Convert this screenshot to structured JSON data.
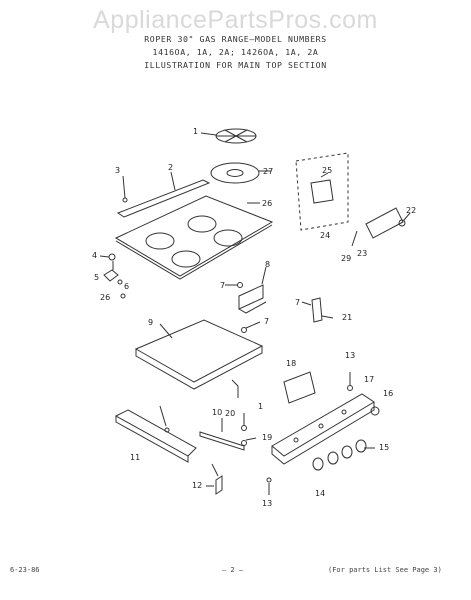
{
  "watermark": "AppliancePartsPros.com",
  "header": {
    "line1": "ROPER 30\" GAS RANGE—MODEL NUMBERS",
    "line2": "1416OA, 1A, 2A; 1426OA, 1A, 2A",
    "line3": "ILLUSTRATION FOR MAIN TOP SECTION"
  },
  "callouts": [
    "1",
    "27",
    "2",
    "3",
    "26",
    "25",
    "24",
    "22",
    "23",
    "29",
    "4",
    "5",
    "6",
    "26",
    "8",
    "7",
    "9",
    "7",
    "7",
    "21",
    "18",
    "13",
    "17",
    "16",
    "10",
    "20",
    "1",
    "19",
    "15",
    "11",
    "14",
    "12",
    "13"
  ],
  "footer": {
    "date": "6-23-86",
    "page": "— 2 —",
    "note": "(For parts List See Page 3)"
  }
}
